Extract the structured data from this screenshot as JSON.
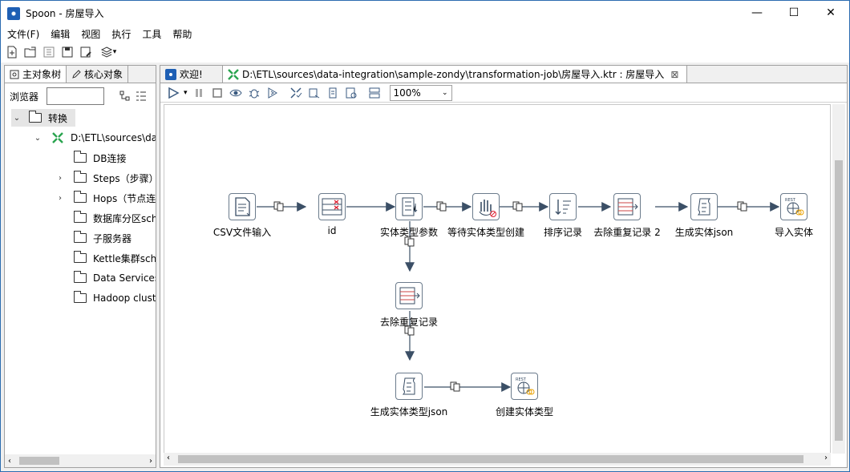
{
  "window": {
    "title": "Spoon - 房屋导入",
    "minimize": "—",
    "maximize": "☐",
    "close": "✕"
  },
  "menu": [
    "文件(F)",
    "编辑",
    "视图",
    "执行",
    "工具",
    "帮助"
  ],
  "left_panel": {
    "tabs": [
      "主对象树",
      "核心对象"
    ],
    "browse_label": "浏览器",
    "tree": [
      {
        "label": "转换",
        "level": 0,
        "expanded": true,
        "kind": "folder"
      },
      {
        "label": "D:\\ETL\\sources\\da",
        "level": 1,
        "expanded": true,
        "kind": "trans"
      },
      {
        "label": "DB连接",
        "level": 2,
        "kind": "folder"
      },
      {
        "label": "Steps（步骤）",
        "level": 2,
        "kind": "folder",
        "expandable": true
      },
      {
        "label": "Hops（节点连",
        "level": 2,
        "kind": "folder",
        "expandable": true
      },
      {
        "label": "数据库分区sch",
        "level": 2,
        "kind": "folder"
      },
      {
        "label": "子服务器",
        "level": 2,
        "kind": "folder"
      },
      {
        "label": "Kettle集群sch",
        "level": 2,
        "kind": "folder"
      },
      {
        "label": "Data Services",
        "level": 2,
        "kind": "folder"
      },
      {
        "label": "Hadoop clust",
        "level": 2,
        "kind": "folder"
      }
    ]
  },
  "right_panel": {
    "tabs": [
      {
        "label": "欢迎!"
      },
      {
        "label": "D:\\ETL\\sources\\data-integration\\sample-zondy\\transformation-job\\房屋导入.ktr : 房屋导入",
        "close": "⊠"
      }
    ],
    "zoom": "100%"
  },
  "steps": [
    {
      "id": "csv",
      "label": "CSV文件输入"
    },
    {
      "id": "id",
      "label": "id"
    },
    {
      "id": "param",
      "label": "实体类型参数"
    },
    {
      "id": "wait",
      "label": "等待实体类型创建"
    },
    {
      "id": "sort",
      "label": "排序记录"
    },
    {
      "id": "dedup2",
      "label": "去除重复记录 2"
    },
    {
      "id": "genjson",
      "label": "生成实体json"
    },
    {
      "id": "import",
      "label": "导入实体"
    },
    {
      "id": "dedup",
      "label": "去除重复记录"
    },
    {
      "id": "gentypejson",
      "label": "生成实体类型json"
    },
    {
      "id": "create",
      "label": "创建实体类型"
    }
  ]
}
